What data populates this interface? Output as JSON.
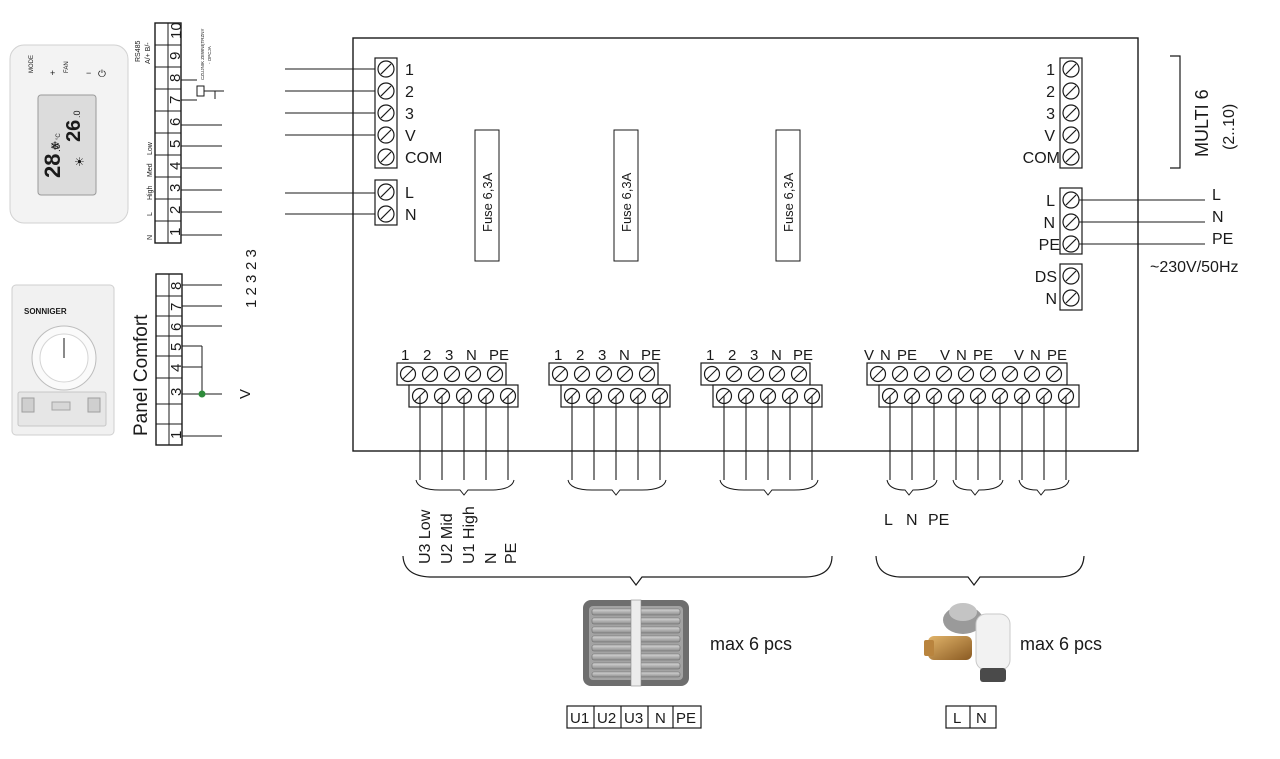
{
  "thermostat": {
    "btn_mode": "MODE",
    "btn_fan": "FAN",
    "btn_up": "+",
    "btn_down": "−",
    "btn_power": "⏻",
    "temp_room": "28",
    "temp_room_dec": ".0",
    "temp_set": "26",
    "temp_set_dec": ".0",
    "unit": "°C",
    "fan_glyph": "❄",
    "sun_glyph": "☀"
  },
  "thermostat_block": {
    "header_top": [
      "RS485",
      "A/+  B/-"
    ],
    "sensor_label": [
      "CZUJNIK ZEWNĘTRZNY",
      "- OPCJA"
    ],
    "terminals": [
      "10",
      "9",
      "8",
      "7",
      "6",
      "5",
      "4",
      "3",
      "2",
      "1"
    ],
    "speed_labels": [
      "Low",
      "Med",
      "High",
      "L",
      "N"
    ]
  },
  "panel": {
    "brand": "SONNIGER",
    "title": "Panel Comfort",
    "terminals": [
      "8",
      "7",
      "6",
      "5",
      "4",
      "3",
      "1"
    ],
    "right_top_a": "2  3",
    "right_top_b": "1  2  3",
    "right_v": "V"
  },
  "controller": {
    "input_terminals": [
      "1",
      "2",
      "3",
      "V",
      "COM"
    ],
    "power_terminals": [
      "L",
      "N"
    ],
    "fuses": [
      "Fuse 6,3A",
      "Fuse 6,3A",
      "Fuse 6,3A"
    ],
    "multi_terminals": [
      "1",
      "2",
      "3",
      "V",
      "COM"
    ],
    "multi_label": "MULTI 6",
    "multi_range": "(2..10)",
    "supply_terminals": [
      "L",
      "N",
      "PE"
    ],
    "supply_out": [
      "L",
      "N",
      "PE"
    ],
    "supply_voltage": "~230V/50Hz",
    "ds_terminals": [
      "DS",
      "N"
    ],
    "fan_group_labels": [
      "1",
      "2",
      "3",
      "N",
      "PE"
    ],
    "valve_group_labels": [
      "V",
      "N",
      "PE"
    ]
  },
  "outputs": {
    "fan_vertical": [
      "U3 Low",
      "U2 Mid",
      "U1 High",
      "N",
      "PE"
    ],
    "valve_lnpe": [
      "L",
      "N",
      "PE"
    ],
    "fan_qty": "max 6 pcs",
    "valve_qty": "max 6 pcs",
    "fan_box": [
      "U1",
      "U2",
      "U3",
      "N",
      "PE"
    ],
    "valve_box": [
      "L",
      "N"
    ]
  },
  "colors": {
    "ink": "#1a1a1a",
    "junction": "#2e8b3a"
  }
}
